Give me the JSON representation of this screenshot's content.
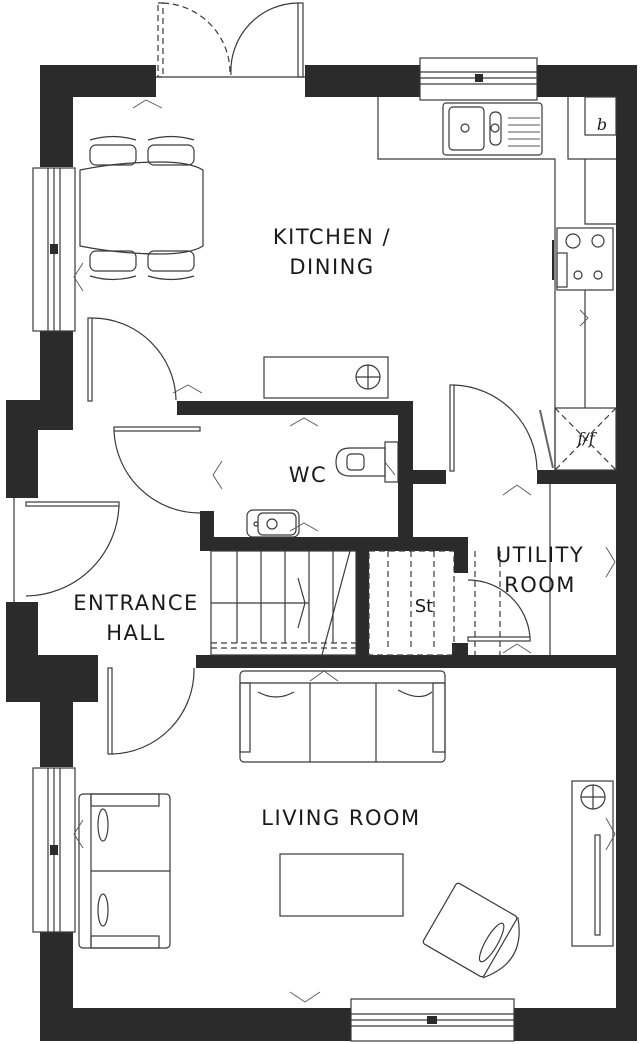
{
  "floorplan": {
    "rooms": [
      {
        "id": "kitchen",
        "lines": [
          "KITCHEN /",
          "DINING"
        ]
      },
      {
        "id": "wc",
        "lines": [
          "WC"
        ]
      },
      {
        "id": "utility",
        "lines": [
          "UTILITY",
          "ROOM"
        ]
      },
      {
        "id": "entrance",
        "lines": [
          "ENTRANCE",
          "HALL"
        ]
      },
      {
        "id": "storage",
        "lines": [
          "St"
        ]
      },
      {
        "id": "living",
        "lines": [
          "LIVING ROOM"
        ]
      }
    ],
    "fixtures": {
      "boiler": "b",
      "fridge_freezer": "f/f"
    },
    "colors": {
      "wall": "#2b2b2b",
      "line": "#3a3a3a",
      "background": "#ffffff"
    }
  }
}
